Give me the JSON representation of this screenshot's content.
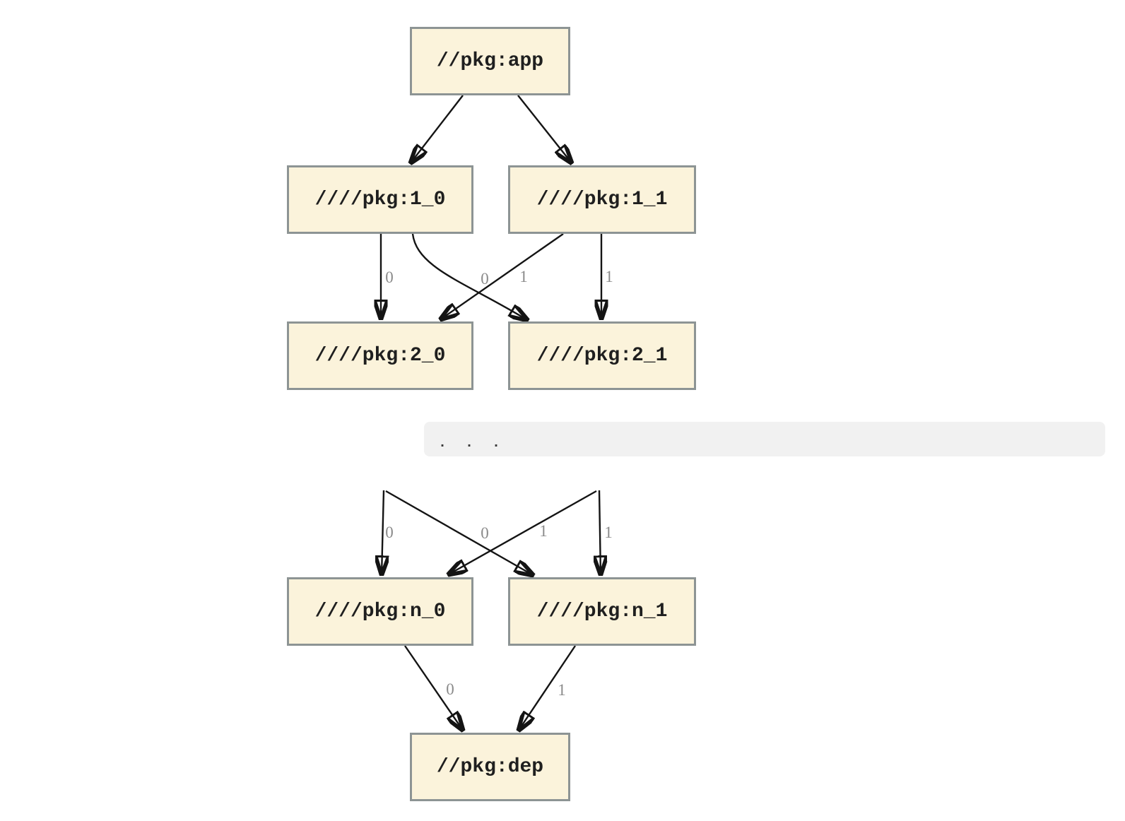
{
  "diagram": {
    "type": "dependency-graph",
    "nodes": {
      "app": {
        "label": "//pkg:app"
      },
      "v1_0": {
        "label": "////pkg:1_0"
      },
      "v1_1": {
        "label": "////pkg:1_1"
      },
      "v2_0": {
        "label": "////pkg:2_0"
      },
      "v2_1": {
        "label": "////pkg:2_1"
      },
      "n_0": {
        "label": "////pkg:n_0"
      },
      "n_1": {
        "label": "////pkg:n_1"
      },
      "dep": {
        "label": "//pkg:dep"
      }
    },
    "ellipsis": {
      "text": ". . ."
    },
    "edges": [
      {
        "from": "//pkg:app",
        "to": "////pkg:1_0",
        "label": ""
      },
      {
        "from": "//pkg:app",
        "to": "////pkg:1_1",
        "label": ""
      },
      {
        "from": "////pkg:1_0",
        "to": "////pkg:2_0",
        "label": "0"
      },
      {
        "from": "////pkg:1_0",
        "to": "////pkg:2_1",
        "label": "0"
      },
      {
        "from": "////pkg:1_1",
        "to": "////pkg:2_0",
        "label": "1"
      },
      {
        "from": "////pkg:1_1",
        "to": "////pkg:2_1",
        "label": "1"
      },
      {
        "from": "...",
        "to": "////pkg:n_0",
        "label": "0"
      },
      {
        "from": "...",
        "to": "////pkg:n_1",
        "label": "0"
      },
      {
        "from": "...",
        "to": "////pkg:n_0",
        "label": "1"
      },
      {
        "from": "...",
        "to": "////pkg:n_1",
        "label": "1"
      },
      {
        "from": "////pkg:n_0",
        "to": "//pkg:dep",
        "label": "0"
      },
      {
        "from": "////pkg:n_1",
        "to": "//pkg:dep",
        "label": "1"
      }
    ],
    "colors": {
      "node_fill": "#fbf3db",
      "node_border": "#8d9494",
      "edge": "#141414",
      "edge_label": "#8a8a8a",
      "ellipsis_bar": "#f1f1f1",
      "node_text": "#1f1f1f"
    }
  }
}
